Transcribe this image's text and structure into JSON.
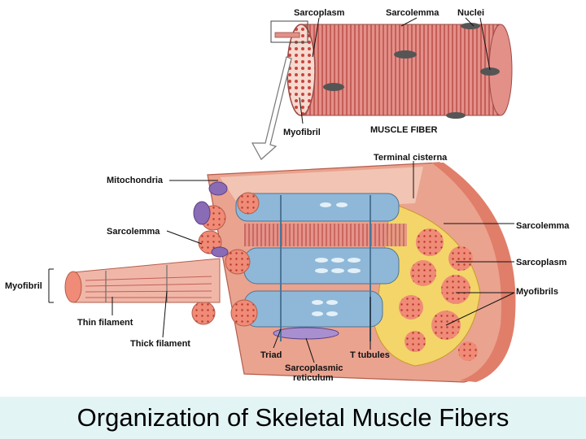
{
  "caption": "Organization of Skeletal Muscle Fibers",
  "top_labels": {
    "sarcoplasm": "Sarcoplasm",
    "sarcolemma": "Sarcolemma",
    "nuclei": "Nuclei",
    "myofibril": "Myofibril",
    "muscle_fiber": "MUSCLE  FIBER"
  },
  "bottom_labels": {
    "terminal_cisterna": "Terminal cisterna",
    "mitochondria": "Mitochondria",
    "sarcolemma_left": "Sarcolemma",
    "sarcolemma_right": "Sarcolemma",
    "sarcoplasm": "Sarcoplasm",
    "myofibrils": "Myofibrils",
    "myofibril": "Myofibril",
    "thin_filament": "Thin filament",
    "thick_filament": "Thick filament",
    "triad": "Triad",
    "sarcoplasmic_reticulum_1": "Sarcoplasmic",
    "sarcoplasmic_reticulum_2": "reticulum",
    "t_tubules": "T  tubules"
  },
  "colors": {
    "muscle": "#d96a6a",
    "muscle_light": "#f0b7a8",
    "myofibril_dot": "#c8453e",
    "reticulum": "#8fb8d8",
    "sarcoplasm_yellow": "#f3d56a",
    "mitochondria": "#8a6bb5",
    "nucleus": "#555555",
    "caption_bg": "#e3f4f5"
  }
}
